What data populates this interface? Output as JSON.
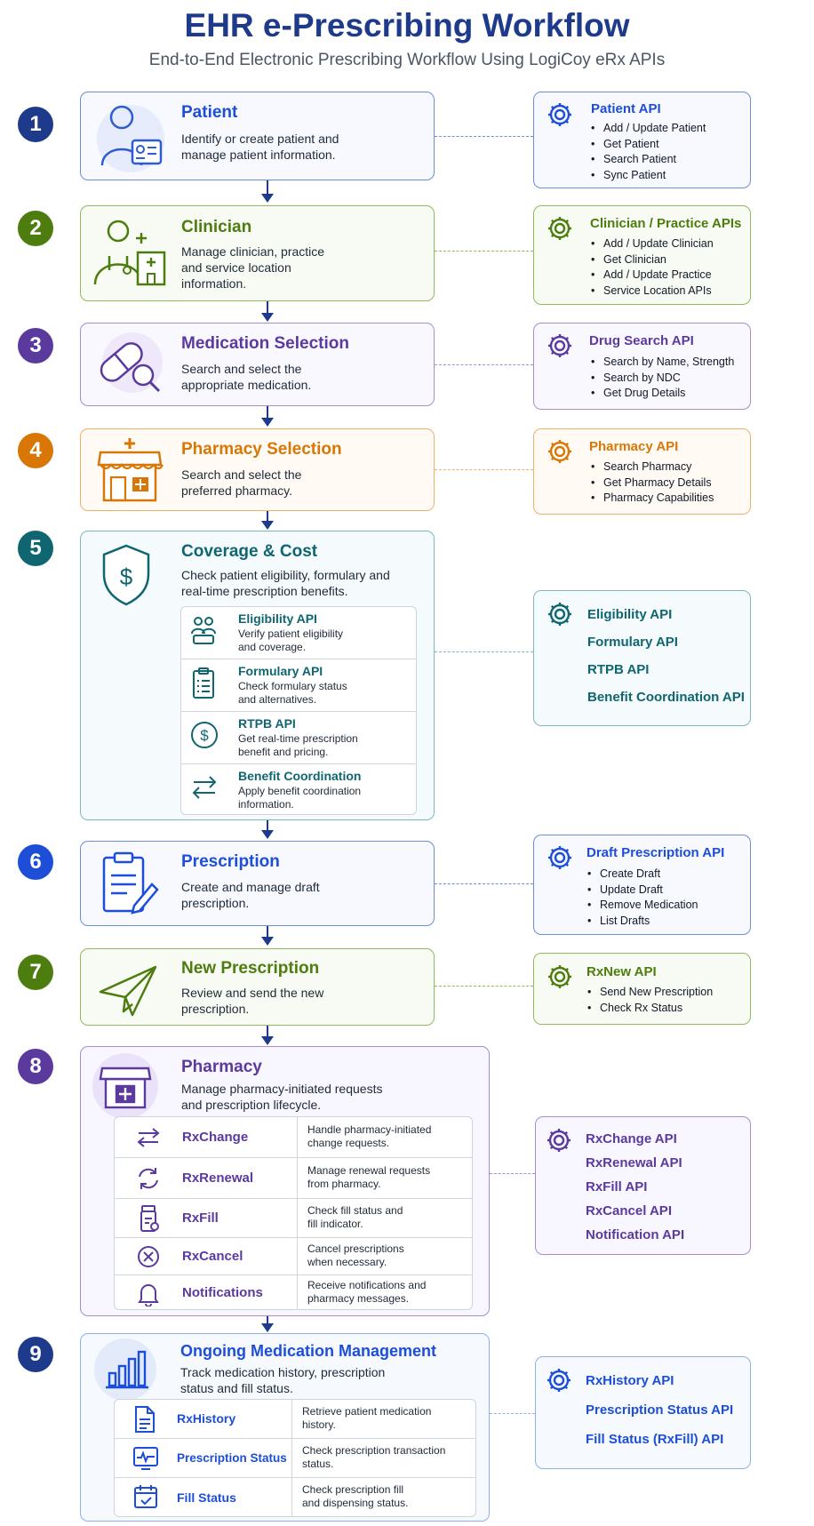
{
  "header": {
    "title": "EHR e-Prescribing Workflow",
    "subtitle": "End-to-End Electronic Prescribing Workflow Using LogiCoy eRx APIs"
  },
  "colors": {
    "navy": "#1e3a8a",
    "blue": "#1d4ed8",
    "green": "#4d7c0f",
    "purple": "#5b3a9e",
    "orange": "#d97706",
    "teal": "#0f6670"
  },
  "steps": [
    {
      "num": "1",
      "title": "Patient",
      "desc": [
        "Identify or create patient and",
        "manage patient information."
      ],
      "api": {
        "title": "Patient API",
        "items": [
          "Add / Update Patient",
          "Get Patient",
          "Search Patient",
          "Sync Patient"
        ]
      }
    },
    {
      "num": "2",
      "title": "Clinician",
      "desc": [
        "Manage clinician, practice",
        "and service location",
        "information."
      ],
      "api": {
        "title": "Clinician / Practice APIs",
        "items": [
          "Add / Update Clinician",
          "Get Clinician",
          "Add / Update Practice",
          "Service Location APIs"
        ]
      }
    },
    {
      "num": "3",
      "title": "Medication Selection",
      "desc": [
        "Search and select the",
        "appropriate medication."
      ],
      "api": {
        "title": "Drug Search API",
        "items": [
          "Search by Name, Strength",
          "Search by NDC",
          "Get Drug Details"
        ]
      }
    },
    {
      "num": "4",
      "title": "Pharmacy Selection",
      "desc": [
        "Search and select the",
        "preferred pharmacy."
      ],
      "api": {
        "title": "Pharmacy API",
        "items": [
          "Search Pharmacy",
          "Get Pharmacy Details",
          "Pharmacy Capabilities"
        ]
      }
    },
    {
      "num": "5",
      "title": "Coverage & Cost",
      "desc": [
        "Check patient eligibility, formulary and",
        "real-time prescription benefits."
      ],
      "sub": [
        {
          "title": "Eligibility API",
          "desc": [
            "Verify patient eligibility",
            "and coverage."
          ]
        },
        {
          "title": "Formulary API",
          "desc": [
            "Check formulary status",
            "and alternatives."
          ]
        },
        {
          "title": "RTPB API",
          "desc": [
            "Get real-time prescription",
            "benefit and pricing."
          ]
        },
        {
          "title": "Benefit Coordination",
          "desc": [
            "Apply benefit coordination",
            "information."
          ]
        }
      ],
      "api": {
        "lines": [
          "Eligibility API",
          "Formulary API",
          "RTPB API",
          "Benefit Coordination API"
        ]
      }
    },
    {
      "num": "6",
      "title": "Prescription",
      "desc": [
        "Create and manage draft",
        "prescription."
      ],
      "api": {
        "title": "Draft Prescription API",
        "items": [
          "Create Draft",
          "Update Draft",
          "Remove Medication",
          "List Drafts"
        ]
      }
    },
    {
      "num": "7",
      "title": "New Prescription",
      "desc": [
        "Review and send the new",
        "prescription."
      ],
      "api": {
        "title": "RxNew API",
        "items": [
          "Send New Prescription",
          "Check Rx Status"
        ]
      }
    },
    {
      "num": "8",
      "title": "Pharmacy",
      "desc": [
        "Manage pharmacy-initiated requests",
        "and prescription lifecycle."
      ],
      "sub": [
        {
          "title": "RxChange",
          "desc": [
            "Handle pharmacy-initiated",
            "change requests."
          ]
        },
        {
          "title": "RxRenewal",
          "desc": [
            "Manage renewal requests",
            "from pharmacy."
          ]
        },
        {
          "title": "RxFill",
          "desc": [
            "Check fill status and",
            "fill indicator."
          ]
        },
        {
          "title": "RxCancel",
          "desc": [
            "Cancel prescriptions",
            "when necessary."
          ]
        },
        {
          "title": "Notifications",
          "desc": [
            "Receive notifications and",
            "pharmacy messages."
          ]
        }
      ],
      "api": {
        "lines": [
          "RxChange API",
          "RxRenewal API",
          "RxFill API",
          "RxCancel API",
          "Notification API"
        ]
      }
    },
    {
      "num": "9",
      "title": "Ongoing Medication Management",
      "desc": [
        "Track medication history, prescription",
        "status and fill status."
      ],
      "sub": [
        {
          "title": "RxHistory",
          "desc": [
            "Retrieve patient medication",
            "history."
          ]
        },
        {
          "title": "Prescription Status",
          "desc": [
            "Check prescription transaction",
            "status."
          ]
        },
        {
          "title": "Fill Status",
          "desc": [
            "Check prescription fill",
            "and dispensing status."
          ]
        }
      ],
      "api": {
        "lines": [
          "RxHistory API",
          "Prescription Status API",
          "Fill Status (RxFill) API"
        ]
      }
    }
  ]
}
